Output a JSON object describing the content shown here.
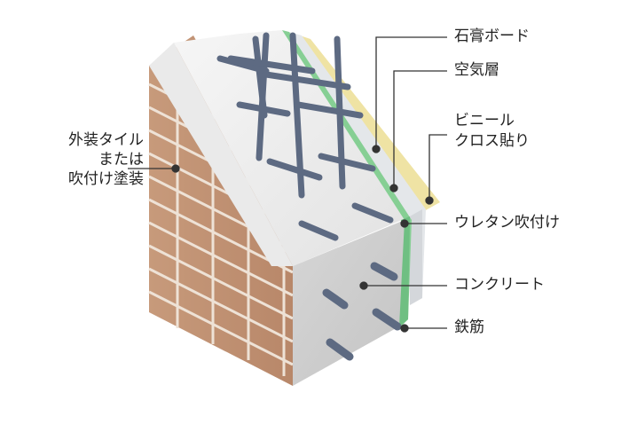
{
  "labels": {
    "gypsum_board": "石膏ボード",
    "air_layer": "空気層",
    "vinyl_cloth": [
      "ビニール",
      "クロス貼り"
    ],
    "urethane_spray": "ウレタン吹付け",
    "concrete": "コンクリート",
    "rebar": "鉄筋",
    "exterior": [
      "外装タイル",
      "または",
      "吹付け塗装"
    ]
  },
  "colors": {
    "tile": "#c9a083",
    "tile_grout": "#ecdfd3",
    "concrete_face": "#dcdcdc",
    "concrete_top": "#ececec",
    "urethane": "#7fc98f",
    "gypsum": "#e6e8ea",
    "vinyl": "#efe4a8",
    "rebar": "#5e6a80"
  }
}
